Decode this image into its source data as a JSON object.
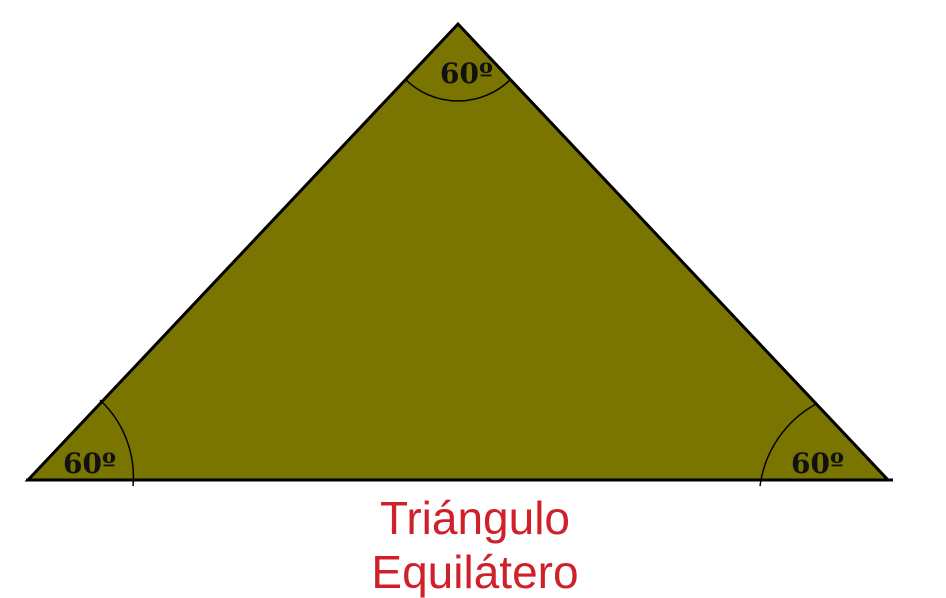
{
  "figure": {
    "angles": {
      "top": "60º",
      "bottom_left": "60º",
      "bottom_right": "60º"
    },
    "caption": {
      "line1": "Triángulo",
      "line2": "Equilátero"
    },
    "colors": {
      "fill_center": "#ffff00",
      "fill_edge": "#7a7400",
      "outline": "#000000",
      "caption": "#d0202a"
    }
  }
}
